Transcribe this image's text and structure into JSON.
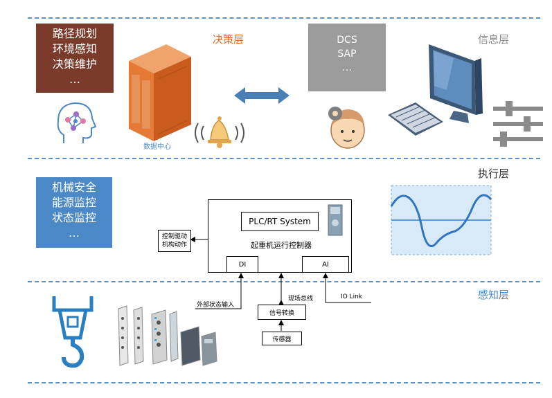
{
  "layers": {
    "decision": "决策层",
    "info": "信息层",
    "execution": "执行层",
    "perception": "感知层"
  },
  "decision_box": {
    "lines": [
      "路径规划",
      "环境感知",
      "决策维护",
      "…"
    ]
  },
  "data_center_label": "数据中心",
  "info_box": {
    "lines": [
      "DCS",
      "SAP",
      "…"
    ]
  },
  "execution_box": {
    "lines": [
      "机械安全",
      "能源监控",
      "状态监控",
      "…"
    ]
  },
  "controller": {
    "plc_label": "PLC/RT System",
    "title": "起重机运行控制器",
    "di": "DI",
    "ai": "AI"
  },
  "labels": {
    "drive": [
      "控制驱动",
      "机构动作"
    ],
    "external_input": "外部状态输入",
    "fieldbus": "现场总线",
    "io_link": "IO Link",
    "signal_convert": "信号转换",
    "sensor": "传感器"
  },
  "colors": {
    "brown": "#7a3b2a",
    "gray": "#9b9b9b",
    "blue": "#4a88c7",
    "orange_text": "#e06a2a",
    "gray_text": "#8a8a8a",
    "blue_text": "#4a88c7"
  }
}
